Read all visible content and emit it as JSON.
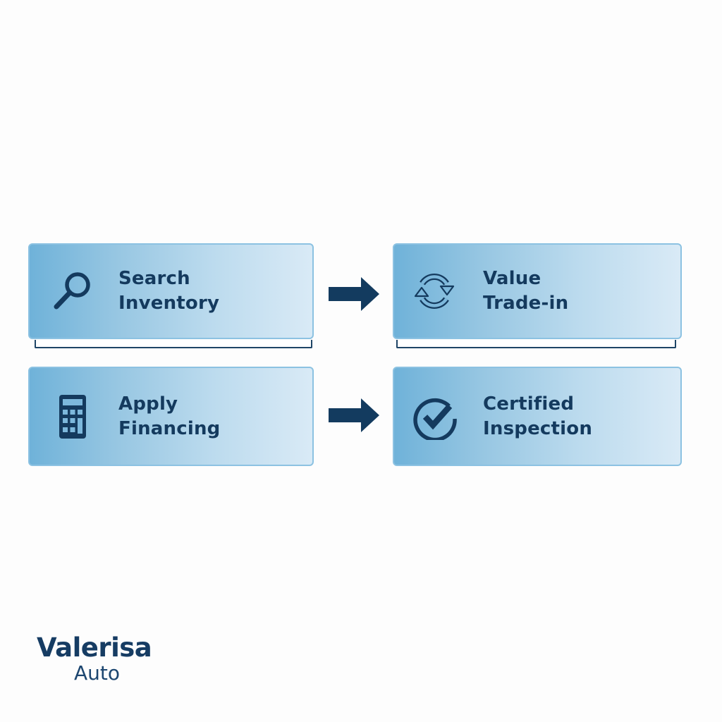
{
  "steps": [
    {
      "id": "search-inventory",
      "icon": "magnifying-glass-icon",
      "line1": "Search",
      "line2": "Inventory"
    },
    {
      "id": "value-trade-in",
      "icon": "refresh-cycle-icon",
      "line1": "Value",
      "line2": "Trade-in"
    },
    {
      "id": "apply-financing",
      "icon": "calculator-icon",
      "line1": "Apply",
      "line2": "Financing"
    },
    {
      "id": "certified-inspection",
      "icon": "check-circle-icon",
      "line1": "Certified",
      "line2": "Inspection"
    }
  ],
  "arrows": [
    {
      "icon": "arrow-right-icon"
    },
    {
      "icon": "arrow-right-icon"
    }
  ],
  "brand": {
    "name": "Valerisa",
    "sub": "Auto"
  },
  "colors": {
    "text_navy": "#143a5e",
    "card_gradient_start": "#6fb2d9",
    "card_gradient_end": "#d9eaf6",
    "card_border": "#8cc2e2",
    "arrow": "#133b5f",
    "background": "#fdfdfd"
  }
}
